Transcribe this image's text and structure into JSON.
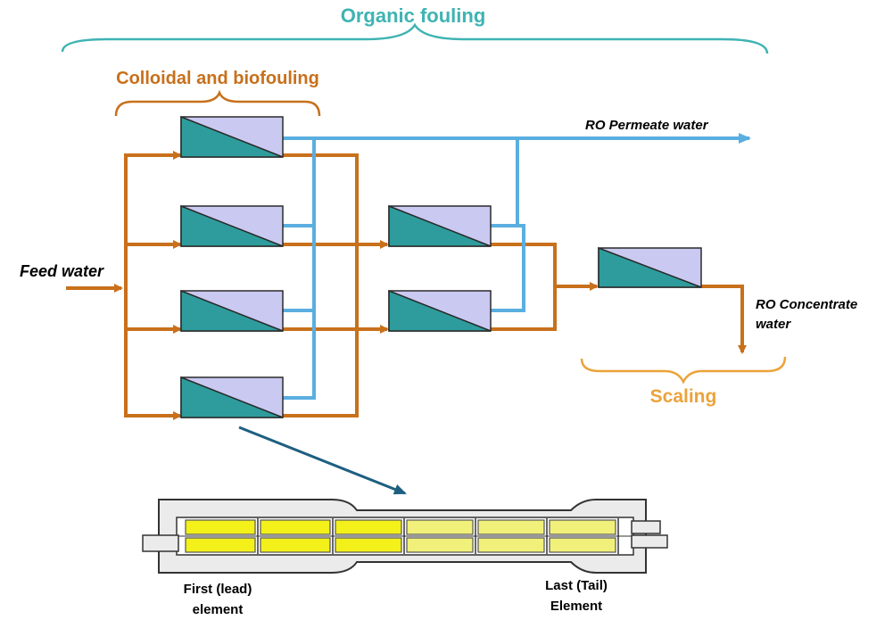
{
  "labels": {
    "organic_fouling": "Organic fouling",
    "colloidal_biofouling": "Colloidal and biofouling",
    "feed_water": "Feed water",
    "permeate_water": "RO Permeate water",
    "concentrate_line1": "RO Concentrate",
    "concentrate_line2": "water",
    "scaling": "Scaling",
    "first_line1": "First (lead)",
    "first_line2": "element",
    "last_line1": "Last (Tail)",
    "last_line2": "Element"
  },
  "colors": {
    "feed_flow": "#c8701b",
    "permeate_flow": "#5aaee0",
    "organic_label": "#3fb3b3",
    "colloidal_label": "#c8701b",
    "scaling_label": "#eba33a",
    "membrane_light": "#c9c9f2",
    "membrane_teal": "#2e9c9c",
    "pointer_arrow": "#1d5f80",
    "element_yellow": "#f4f01a",
    "element_pale": "#f1f07a"
  },
  "stages": [
    {
      "stage": 1,
      "modules": 4
    },
    {
      "stage": 2,
      "modules": 2
    },
    {
      "stage": 3,
      "modules": 1
    }
  ],
  "pressure_vessel": {
    "elements_per_row": 6,
    "rows": 2
  }
}
